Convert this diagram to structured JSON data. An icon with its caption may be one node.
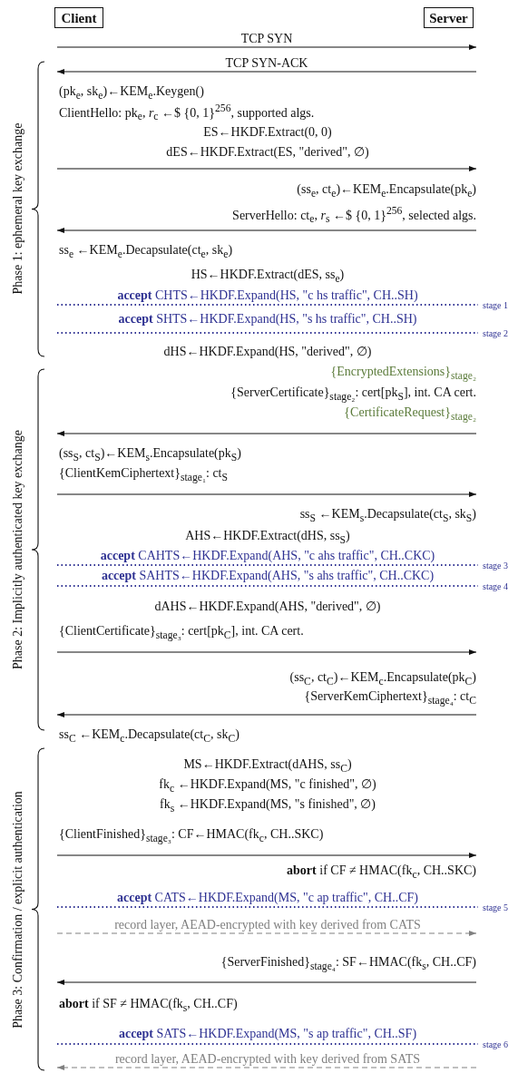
{
  "diagram": {
    "nodes": [
      {
        "text": [
          "Client"
        ]
      },
      {
        "text": [
          "Server"
        ]
      }
    ],
    "edges": [
      {
        "from": 0,
        "to": 1,
        "arrow": "to",
        "label": "TCP SYN"
      },
      {
        "from": 1,
        "to": 0,
        "arrow": "to",
        "label": "TCP SYN-ACK"
      }
    ],
    "labels": [
      "Phase 1: ephemeral key exchange",
      "(pk$_{e}$, sk$_{e}$)←KEM$_{e}$.Keygen()",
      "ClientHello: pk$_{e}$, *r*$_{c}$ ←$ {0, 1}$^{256}$, supported algs.",
      "ES←HKDF.Extract(0, 0)",
      "dES←HKDF.Extract(ES, \"derived\", ∅)",
      "(ss$_{e}$, ct$_{e}$)←KEM$_{e}$.Encapsulate(pk$_{e}$)",
      "ServerHello: ct$_{e}$, *r*$_{s}$ ←$ {0, 1}$^{256}$, selected algs.",
      "ss$_{e}$ ←KEM$_{e}$.Decapsulate(ct$_{e}$, sk$_{e}$)",
      "HS←HKDF.Extract(dES, ss$_{e}$)",
      "**accept** CHTS←HKDF.Expand(HS, \"c hs traffic\", CH..SH)",
      "stage 1",
      "**accept** SHTS←HKDF.Expand(HS, \"s hs traffic\", CH..SH)",
      "stage 2",
      "dHS←HKDF.Expand(HS, \"derived\", ∅)",
      "Phase 2: Implicitly authenticated key exchange",
      "{EncryptedExtensions}$_{stage₂}$",
      "{ServerCertificate}$_{stage₂}$: cert[pk$_{S}$], int. CA cert.",
      "{CertificateRequest}$_{stage₂}$",
      "(ss$_{S}$, ct$_{S}$)←KEM$_{s}$.Encapsulate(pk$_{S}$)",
      "{ClientKemCiphertext}$_{stage₁}$: ct$_{S}$",
      "ss$_{S}$ ←KEM$_{s}$.Decapsulate(ct$_{S}$, sk$_{S}$)",
      "AHS←HKDF.Extract(dHS, ss$_{S}$)",
      "**accept** CAHTS←HKDF.Expand(AHS, \"c ahs traffic\", CH..CKC)",
      "stage 3",
      "**accept** SAHTS←HKDF.Expand(AHS, \"s ahs traffic\", CH..CKC)",
      "stage 4",
      "dAHS←HKDF.Expand(AHS, \"derived\", ∅)",
      "{ClientCertificate}$_{stage₃}$: cert[pk$_{C}$], int. CA cert.",
      "(ss$_{C}$, ct$_{C}$)←KEM$_{c}$.Encapsulate(pk$_{C}$)",
      "{ServerKemCiphertext}$_{stage₄}$: ct$_{C}$",
      "ss$_{C}$ ←KEM$_{c}$.Decapsulate(ct$_{C}$, sk$_{C}$)",
      "Phase 3: Confirmation / explicit authentication",
      "MS←HKDF.Extract(dAHS, ss$_{C}$)",
      "fk$_{c}$ ←HKDF.Expand(MS, \"c finished\", ∅)",
      "fk$_{s}$ ←HKDF.Expand(MS, \"s finished\", ∅)",
      "{ClientFinished}$_{stage₃}$: CF←HMAC(fk$_{c}$, CH..SKC)",
      "**abort** if CF ≠ HMAC(fk$_{c}$, CH..SKC)",
      "**accept** CATS←HKDF.Expand(MS, \"c ap traffic\", CH..CF)",
      "stage 5",
      "record layer, AEAD-encrypted with key derived from CATS",
      "{ServerFinished}$_{stage₄}$: SF←HMAC(fk$_{s}$, CH..CF)",
      "**abort** if SF ≠ HMAC(fk$_{s}$, CH..CF)",
      "**accept** SATS←HKDF.Expand(MS, \"s ap traffic\", CH..SF)",
      "stage 6",
      "record layer, AEAD-encrypted with key derived from SATS"
    ]
  }
}
